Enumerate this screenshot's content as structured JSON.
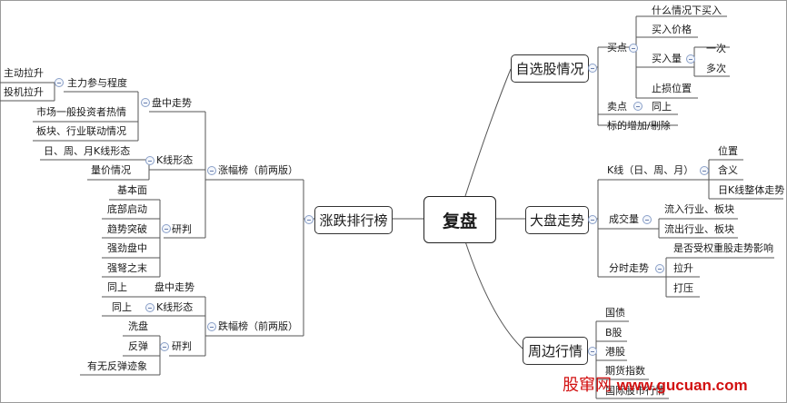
{
  "root": "复盘",
  "right": {
    "watchlist": {
      "label": "自选股情况",
      "buy_point": {
        "label": "买点",
        "when": "什么情况下买入",
        "price": "买入价格",
        "quantity": {
          "label": "买入量",
          "once": "一次",
          "multiple": "多次"
        },
        "stop_loss": "止损位置"
      },
      "sell_point": {
        "label": "卖点",
        "same": "同上"
      },
      "add_remove": "标的增加/剔除"
    },
    "market": {
      "label": "大盘走势",
      "kline": {
        "label": "K线（日、周、月）",
        "items": [
          "位置",
          "含义",
          "日K线整体走势"
        ]
      },
      "volume": {
        "label": "成交量",
        "items": [
          "流入行业、板块",
          "流出行业、板块"
        ]
      },
      "intraday": {
        "label": "分时走势",
        "items": [
          "是否受权重股走势影响",
          "拉升",
          "打压"
        ]
      }
    },
    "peripheral": {
      "label": "周边行情",
      "items": [
        "国债",
        "B股",
        "港股",
        "期货指数",
        "国际股市行情"
      ]
    }
  },
  "left": {
    "ranking": {
      "label": "涨跌排行榜",
      "gainers": {
        "label": "涨幅榜（前两版）",
        "intraday": {
          "label": "盘中走势",
          "main_force": {
            "label": "主力参与程度",
            "items": [
              "主动拉升",
              "投机拉升"
            ]
          },
          "items": [
            "市场一般投资者热情",
            "板块、行业联动情况"
          ]
        },
        "kline": {
          "label": "K线形态",
          "items": [
            "日、周、月K线形态",
            "量价情况"
          ]
        },
        "research": {
          "label": "研判",
          "items": [
            "基本面",
            "底部启动",
            "趋势突破",
            "强劲盘中",
            "强弩之末"
          ]
        }
      },
      "losers": {
        "label": "跌幅榜（前两版）",
        "intraday": {
          "label": "盘中走势",
          "same": "同上"
        },
        "kline": {
          "label": "K线形态",
          "same": "同上"
        },
        "research": {
          "label": "研判",
          "items": [
            "洗盘",
            "反弹",
            "有无反弹迹象"
          ]
        }
      }
    }
  },
  "watermark": {
    "site": "股窜网",
    "url": "www.gucuan.com"
  }
}
